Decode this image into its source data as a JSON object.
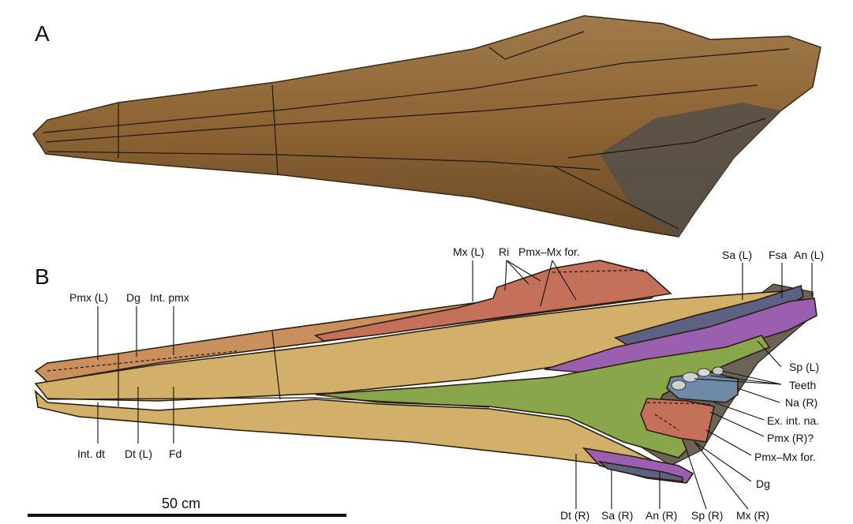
{
  "figure": {
    "panel_a": {
      "letter": "A"
    },
    "panel_b": {
      "letter": "B"
    },
    "labels": {
      "pmx_l": "Pmx (L)",
      "dg_top": "Dg",
      "int_pmx": "Int. pmx",
      "mx_l": "Mx (L)",
      "ri": "Ri",
      "pmx_mx_for_top": "Pmx–Mx for.",
      "sa_l": "Sa (L)",
      "fsa": "Fsa",
      "an_l": "An (L)",
      "sp_l": "Sp (L)",
      "teeth": "Teeth",
      "na_r": "Na (R)",
      "ex_int_na": "Ex. int. na.",
      "pmx_r_q": "Pmx (R)?",
      "pmx_mx_for_bottom": "Pmx–Mx for.",
      "dg_bottom": "Dg",
      "int_dt": "Int. dt",
      "dt_l": "Dt (L)",
      "fd": "Fd",
      "dt_r": "Dt (R)",
      "sa_r": "Sa (R)",
      "an_r": "An (R)",
      "sp_r": "Sp (R)",
      "mx_r": "Mx (R)"
    },
    "scale_bar": {
      "label": "50 cm"
    },
    "colors": {
      "premaxilla": "#c98f5c",
      "maxilla": "#c4705a",
      "dentary": "#d3b06a",
      "splenial": "#8aa64a",
      "angular": "#9b5fb0",
      "surangular": "#5d6285",
      "nasal": "#6f8aa6",
      "matrix": "#6b6258",
      "bone_raw": "#8b6236"
    }
  }
}
